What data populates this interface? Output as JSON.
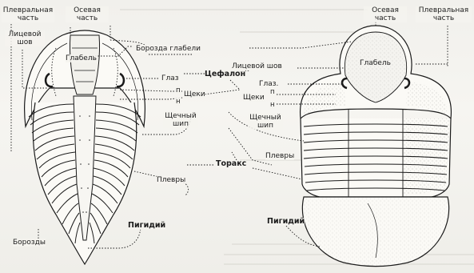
{
  "labels": {
    "left_pleural": "Плевральная часть",
    "left_axial": "Осевая часть",
    "left_facial_suture": "Лицевой шов",
    "left_glabella": "Глабель",
    "glabella_furrow": "Борозда глабели",
    "left_eye": "Глаз",
    "left_cheeks": "Щеки",
    "left_cheek_p": "п",
    "left_cheek_n": "н",
    "left_genal_spine": "Щечный шип",
    "left_pleura": "Плевры",
    "left_furrows": "Борозды",
    "left_pygidium": "Пигидий",
    "cephalon": "Цефалон",
    "thorax": "Торакс",
    "right_axial": "Осевая часть",
    "right_pleural": "Плевральная часть",
    "right_glabella": "Глабель",
    "right_facial_suture": "Лицевой шов",
    "right_eye": "Глаз.",
    "right_cheeks": "Щеки",
    "right_cheek_p": "п",
    "right_cheek_n": "н",
    "right_genal_spine": "Щечный шип",
    "right_pleura": "Плевры",
    "right_pygidium": "Пигидий"
  }
}
